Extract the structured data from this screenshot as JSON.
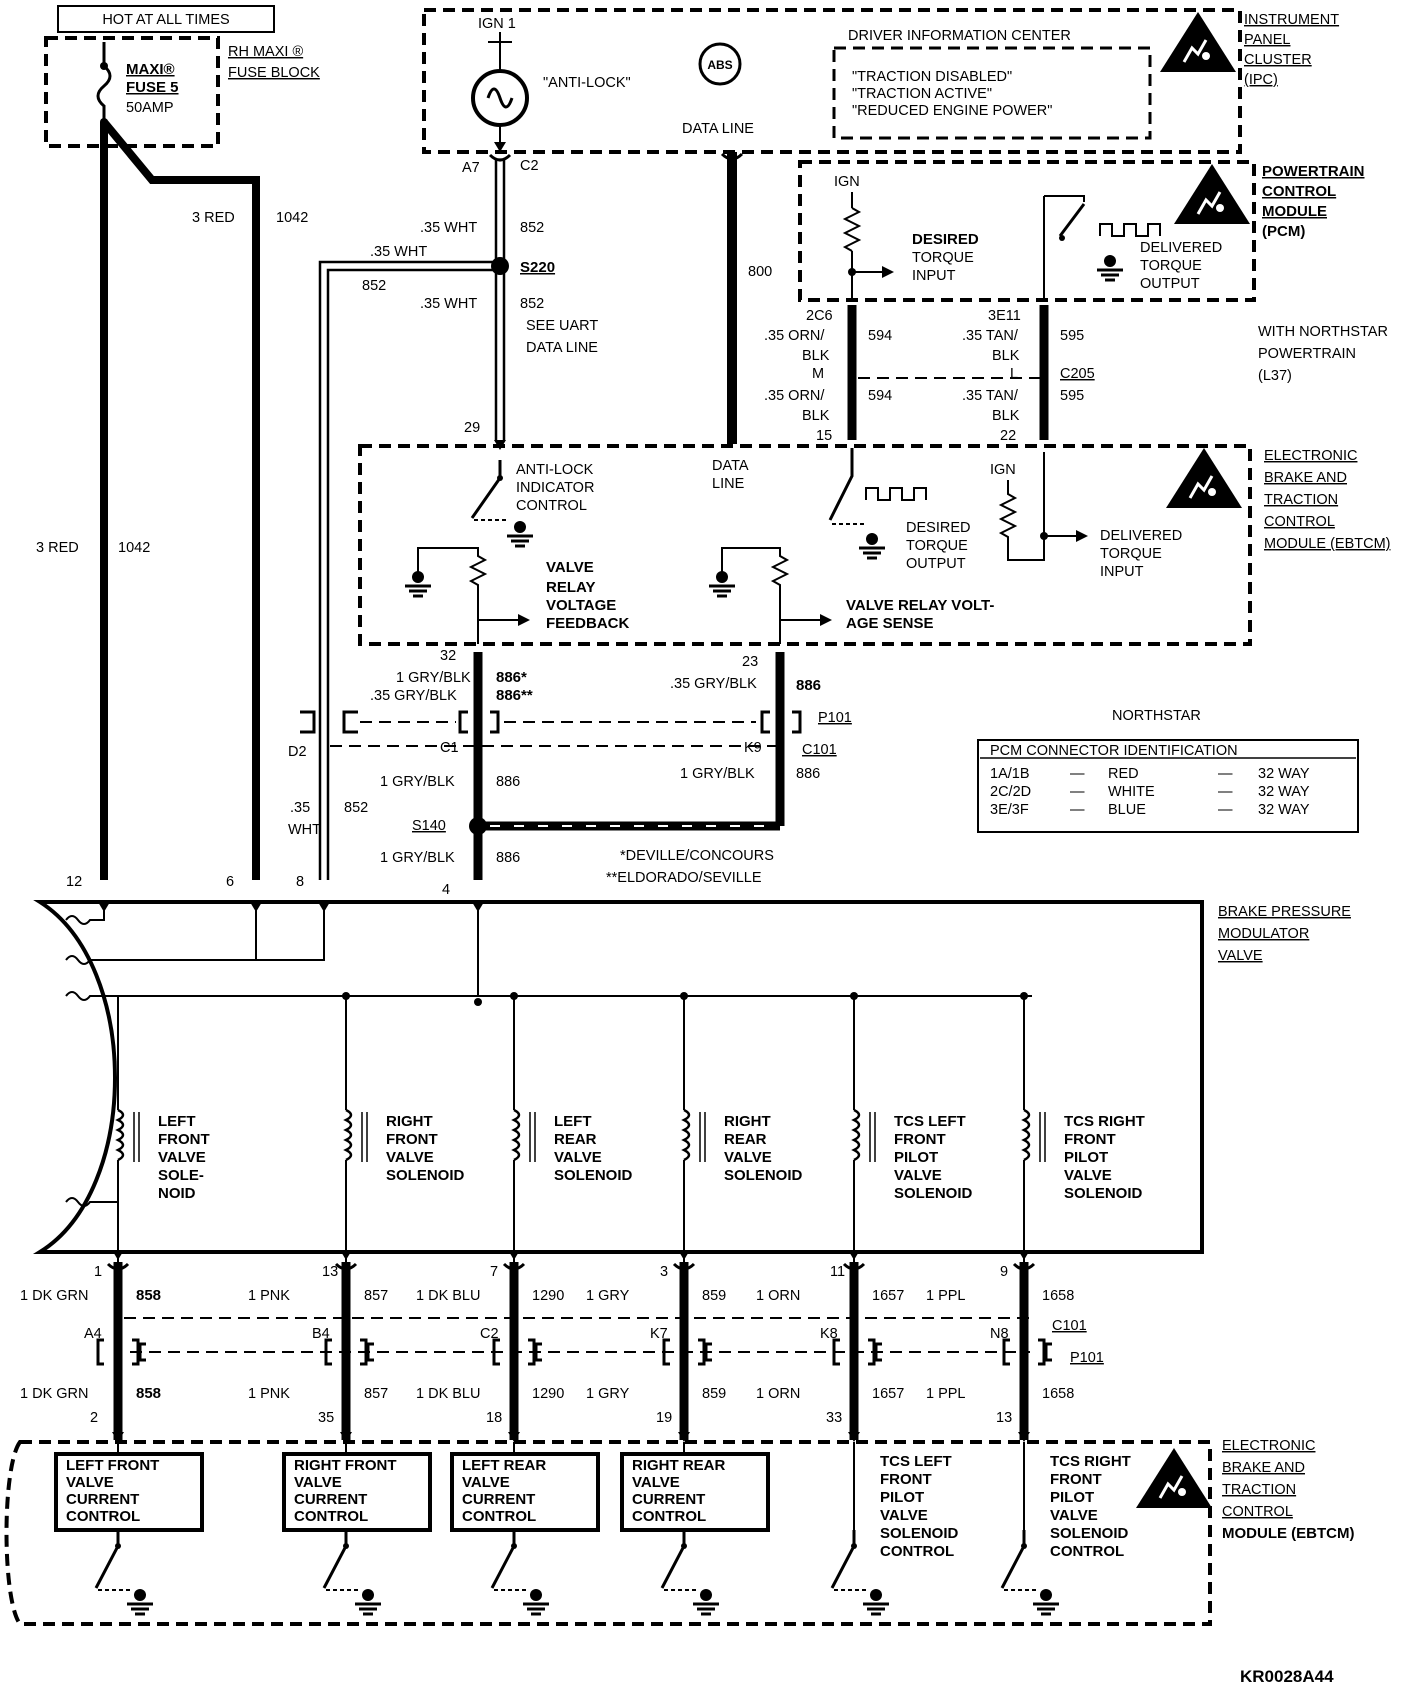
{
  "ipc": {
    "hot_label": "HOT AT ALL TIMES",
    "fuse_line1": "MAXI®",
    "fuse_line2": "FUSE 5",
    "fuse_amp": "50AMP",
    "fuse_block_line1": "RH MAXI ®",
    "fuse_block_line2": "FUSE BLOCK",
    "ign1": "IGN 1",
    "antilock_lamp": "\"ANTI-LOCK\"",
    "abs_badge": "ABS",
    "dic_title": "DRIVER INFORMATION CENTER",
    "msg_traction_disabled": "\"TRACTION DISABLED\"",
    "msg_traction_active": "\"TRACTION ACTIVE\"",
    "msg_reduced_power": "\"REDUCED ENGINE POWER\"",
    "data_line": "DATA LINE",
    "title_line1": "INSTRUMENT",
    "title_line2": "PANEL",
    "title_line3": "CLUSTER",
    "title_line4": "(IPC)"
  },
  "pcm": {
    "ign": "IGN",
    "desired_line1": "DESIRED",
    "desired_line2": "TORQUE",
    "desired_line3": "INPUT",
    "delivered_line1": "DELIVERED",
    "delivered_line2": "TORQUE",
    "delivered_line3": "OUTPUT",
    "title_line1": "POWERTRAIN",
    "title_line2": "CONTROL",
    "title_line3": "MODULE",
    "title_line4": "(PCM)",
    "with_line1": "WITH NORTHSTAR",
    "with_line2": "POWERTRAIN",
    "with_line3": "(L37)"
  },
  "wires": {
    "a7": "A7",
    "c2": "C2",
    "w852_size": ".35 WHT",
    "w852": "852",
    "w852_branch_size": ".35 WHT",
    "w852_branch": "852",
    "s220": "S220",
    "w852_lower_size": ".35 WHT",
    "w852_lower": "852",
    "uart_line1": "SEE UART",
    "uart_line2": "DATA LINE",
    "pin29": "29",
    "w800": "800",
    "w3red_top": "3 RED",
    "w1042_top": "1042",
    "w3red_mid": "3 RED",
    "w1042_mid": "1042",
    "pin_2c6": "2C6",
    "w594_size_a": ".35 ORN/",
    "w594_a": "594",
    "blk_a": "BLK",
    "conn_m": "M",
    "w594_size_b": ".35 ORN/",
    "w594_b": "594",
    "blk_b": "BLK",
    "pin15": "15",
    "pin_3e11": "3E11",
    "w595_size_a": ".35 TAN/",
    "w595_a": "595",
    "blk_c": "BLK",
    "conn_l": "L",
    "c205": "C205",
    "w595_size_b": ".35 TAN/",
    "w595_b": "595",
    "blk_d": "BLK",
    "pin22": "22"
  },
  "ebtcm_top": {
    "antilock_line1": "ANTI-LOCK",
    "antilock_line2": "INDICATOR",
    "antilock_line3": "CONTROL",
    "data_line1": "DATA",
    "data_line2": "LINE",
    "desired_line1": "DESIRED",
    "desired_line2": "TORQUE",
    "desired_line3": "OUTPUT",
    "ign": "IGN",
    "delivered_line1": "DELIVERED",
    "delivered_line2": "TORQUE",
    "delivered_line3": "INPUT",
    "feedback_line1": "VALVE",
    "feedback_line2": "RELAY",
    "feedback_line3": "VOLTAGE",
    "feedback_line4": "FEEDBACK",
    "sense_line1": "VALVE RELAY VOLT-",
    "sense_line2": "AGE SENSE",
    "title_line1": "ELECTRONIC",
    "title_line2": "BRAKE AND",
    "title_line3": "TRACTION",
    "title_line4": "CONTROL",
    "title_line5": "MODULE (EBTCM)"
  },
  "middle": {
    "pin32": "32",
    "pin23": "23",
    "w886a_size": "1 GRY/BLK",
    "w886a": "886*",
    "w886b_size": ".35 GRY/BLK",
    "w886b": "886**",
    "w886c_size": ".35 GRY/BLK",
    "w886c": "886",
    "p101": "P101",
    "c101": "C101",
    "d2": "D2",
    "c1": "C1",
    "k9": "K9",
    "w886d_size": "1 GRY/BLK",
    "w886d": "886",
    "w886e_size": "1 GRY/BLK",
    "w886e": "886",
    "w852c_size_line1": ".35",
    "w852c_size_line2": "WHT",
    "w852c": "852",
    "s140": "S140",
    "w886f_size": "1 GRY/BLK",
    "w886f": "886",
    "note1": "*DEVILLE/CONCOURS",
    "note2": "**ELDORADO/SEVILLE",
    "pin12": "12",
    "pin6": "6",
    "pin8": "8",
    "pin4": "4"
  },
  "pcm_connector_table": {
    "northstar": "NORTHSTAR",
    "title": "PCM CONNECTOR IDENTIFICATION",
    "dash": "—",
    "rows": [
      {
        "pins": "1A/1B",
        "color": "RED",
        "ways": "32 WAY"
      },
      {
        "pins": "2C/2D",
        "color": "WHITE",
        "ways": "32 WAY"
      },
      {
        "pins": "3E/3F",
        "color": "BLUE",
        "ways": "32 WAY"
      }
    ]
  },
  "modulator": {
    "title_line1": "BRAKE PRESSURE",
    "title_line2": "MODULATOR",
    "title_line3": "VALVE",
    "solenoids": [
      {
        "lines": [
          "LEFT",
          "FRONT",
          "VALVE",
          "SOLE-",
          "NOID"
        ]
      },
      {
        "lines": [
          "RIGHT",
          "FRONT",
          "VALVE",
          "SOLENOID"
        ]
      },
      {
        "lines": [
          "LEFT",
          "REAR",
          "VALVE",
          "SOLENOID"
        ]
      },
      {
        "lines": [
          "RIGHT",
          "REAR",
          "VALVE",
          "SOLENOID"
        ]
      },
      {
        "lines": [
          "TCS LEFT",
          "FRONT",
          "PILOT",
          "VALVE",
          "SOLENOID"
        ]
      },
      {
        "lines": [
          "TCS RIGHT",
          "FRONT",
          "PILOT",
          "VALVE",
          "SOLENOID"
        ]
      }
    ]
  },
  "bottom_wires": [
    {
      "top_pin": "1",
      "size_top": "1 DK GRN",
      "circuit_top": "858",
      "conn": "A4",
      "size_bot": "1 DK GRN",
      "circuit_bot": "858",
      "bot_pin": "2"
    },
    {
      "top_pin": "13",
      "size_top": "1 PNK",
      "circuit_top": "857",
      "conn": "B4",
      "size_bot": "1 PNK",
      "circuit_bot": "857",
      "bot_pin": "35"
    },
    {
      "top_pin": "7",
      "size_top": "1 DK BLU",
      "circuit_top": "1290",
      "conn": "C2",
      "size_bot": "1 DK BLU",
      "circuit_bot": "1290",
      "bot_pin": "18"
    },
    {
      "top_pin": "3",
      "size_top": "1 GRY",
      "circuit_top": "859",
      "conn": "K7",
      "size_bot": "1 GRY",
      "circuit_bot": "859",
      "bot_pin": "19"
    },
    {
      "top_pin": "11",
      "size_top": "1 ORN",
      "circuit_top": "1657",
      "conn": "K8",
      "size_bot": "1 ORN",
      "circuit_bot": "1657",
      "bot_pin": "33"
    },
    {
      "top_pin": "9",
      "size_top": "1 PPL",
      "circuit_top": "1658",
      "conn": "N8",
      "size_bot": "1 PPL",
      "circuit_bot": "1658",
      "bot_pin": "13"
    }
  ],
  "bottom_connectors": {
    "c101": "C101",
    "p101": "P101"
  },
  "ebtcm_bottom": {
    "controls": [
      {
        "lines": [
          "LEFT FRONT",
          "VALVE",
          "CURRENT",
          "CONTROL"
        ]
      },
      {
        "lines": [
          "RIGHT FRONT",
          "VALVE",
          "CURRENT",
          "CONTROL"
        ]
      },
      {
        "lines": [
          "LEFT REAR",
          "VALVE",
          "CURRENT",
          "CONTROL"
        ]
      },
      {
        "lines": [
          "RIGHT REAR",
          "VALVE",
          "CURRENT",
          "CONTROL"
        ]
      },
      {
        "lines": [
          "TCS LEFT",
          "FRONT",
          "PILOT",
          "VALVE",
          "SOLENOID",
          "CONTROL"
        ]
      },
      {
        "lines": [
          "TCS RIGHT",
          "FRONT",
          "PILOT",
          "VALVE",
          "SOLENOID",
          "CONTROL"
        ]
      }
    ],
    "title_line1": "ELECTRONIC",
    "title_line2": "BRAKE AND",
    "title_line3": "TRACTION",
    "title_line4": "CONTROL",
    "title_line5": "MODULE (EBTCM)"
  },
  "figure_code": "KR0028A44"
}
